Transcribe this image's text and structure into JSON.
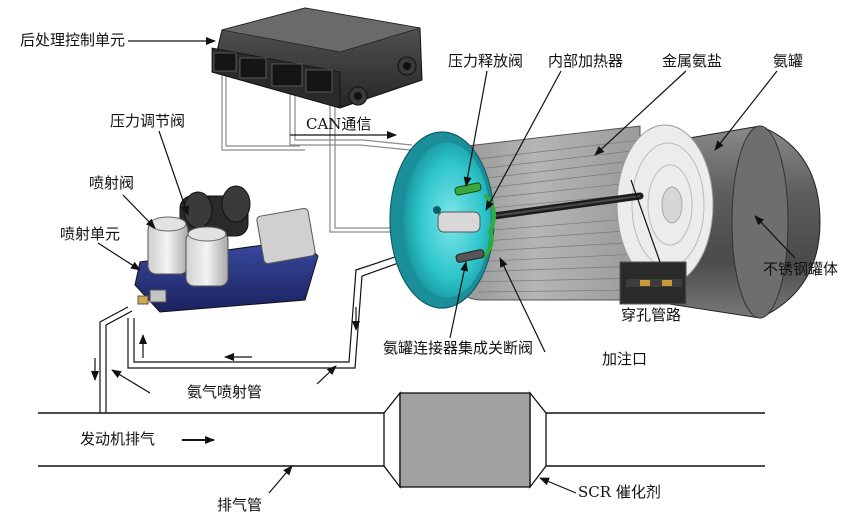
{
  "labels": {
    "ecu": "后处理控制单元",
    "can": "CAN通信",
    "pressure_relief_valve": "压力释放阀",
    "internal_heater": "内部加热器",
    "metal_ammine_salt": "金属氨盐",
    "ammonia_tank": "氨罐",
    "pressure_regulator": "压力调节阀",
    "injection_valve": "喷射阀",
    "injection_unit": "喷射单元",
    "stainless_tank_body": "不锈钢罐体",
    "perforated_pipe": "穿孔管路",
    "tank_connector_valve": "氨罐连接器集成关断阀",
    "filling_port": "加注口",
    "ammonia_injection_pipe": "氨气喷射管",
    "engine_exhaust": "发动机排气",
    "exhaust_pipe": "排气管",
    "scr_catalyst": "SCR 催化剂"
  },
  "colors": {
    "tank_cap_inner": "#2fc6cc",
    "tank_cap_rim": "#1a8e99",
    "tank_shell": "#6a6a6a",
    "salt_layers": "#a9a9a9",
    "scr_body": "#a0a0a0",
    "pump_body": "#2c3a82",
    "ecu_body": "#3d3d3d",
    "green_part": "#2fae3d"
  }
}
